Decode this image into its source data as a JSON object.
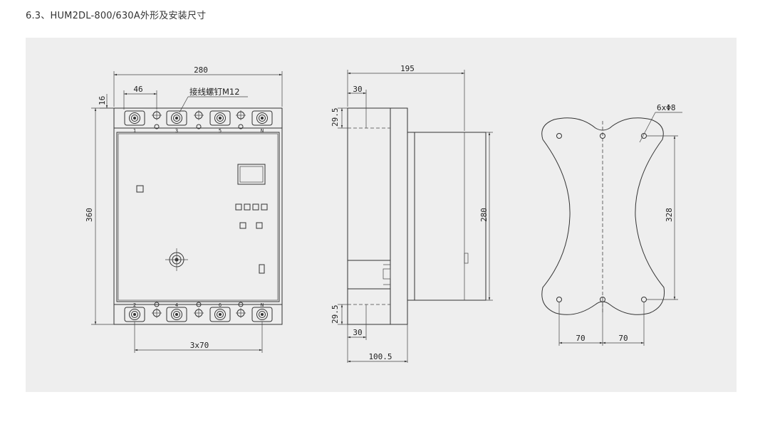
{
  "heading": "6.3、HUM2DL-800/630A外形及安装尺寸",
  "front_view": {
    "width_dim": "280",
    "terminal_pitch_dim": "46",
    "top_offset_dim": "16",
    "screw_label": "接线螺钉M12",
    "height_dim": "360",
    "bottom_spacing_dim": "3x70",
    "top_terminal_labels": [
      "1",
      "3",
      "5",
      "N"
    ],
    "bottom_terminal_labels": [
      "2",
      "4",
      "6",
      "N"
    ]
  },
  "side_view": {
    "depth_dim": "195",
    "top_step_dim": "30",
    "top_offset_dim": "29.5",
    "body_height_dim": "280",
    "bottom_offset_dim": "29.5",
    "bottom_step_dim": "30",
    "base_depth_dim": "100.5"
  },
  "mounting_view": {
    "hole_label": "6xΦ8",
    "hole_span_dim": "328",
    "left_spacing_dim": "70",
    "right_spacing_dim": "70"
  }
}
